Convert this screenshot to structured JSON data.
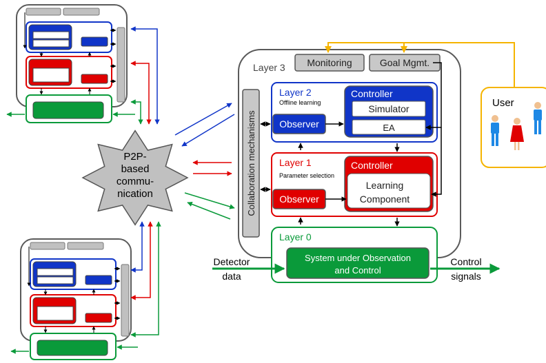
{
  "layer3": {
    "title": "Layer 3",
    "monitoring": "Monitoring",
    "goal_mgmt": "Goal Mgmt."
  },
  "layer2": {
    "title": "Layer 2",
    "subtitle": "Offline learning",
    "observer": "Observer",
    "controller": "Controller",
    "simulator": "Simulator",
    "ea": "EA"
  },
  "layer1": {
    "title": "Layer 1",
    "subtitle": "Parameter selection",
    "observer": "Observer",
    "controller": "Controller",
    "learning_line1": "Learning",
    "learning_line2": "Component"
  },
  "layer0": {
    "title": "Layer 0",
    "suoc_line1": "System under Observation",
    "suoc_line2": "and Control"
  },
  "collab": "Collaboration mechanisms",
  "p2p": {
    "line1": "P2P-",
    "line2": "based",
    "line3": "commu-",
    "line4": "nication"
  },
  "user": "User",
  "detector": {
    "line1": "Detector",
    "line2": "data"
  },
  "control": {
    "line1": "Control",
    "line2": "signals"
  },
  "colors": {
    "blue": "#1035c8",
    "red": "#e00000",
    "green": "#0a9a3a",
    "orange": "#f5b400",
    "gray": "#c0c0c0",
    "dark": "#5a5a5a"
  }
}
